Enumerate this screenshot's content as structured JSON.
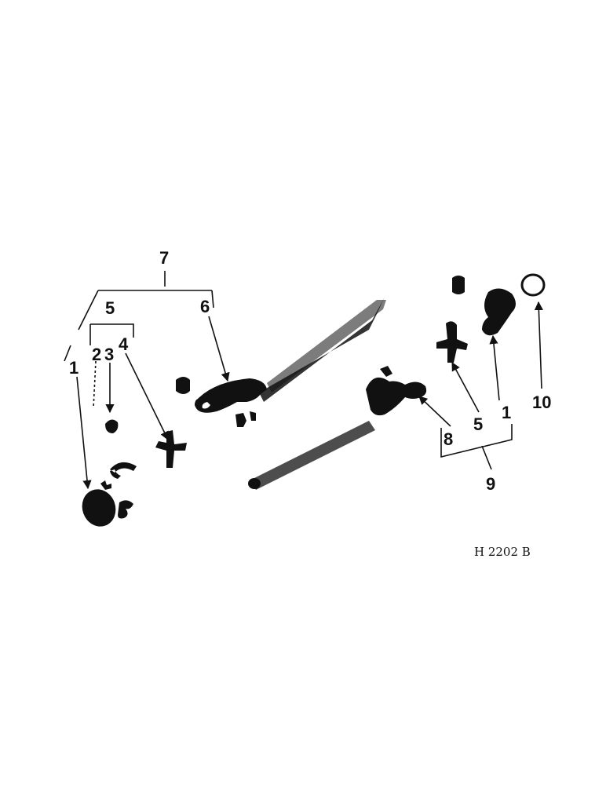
{
  "figure": {
    "reference": "H 2202 B",
    "callouts": {
      "c7": "7",
      "c5_left": "5",
      "c6": "6",
      "c1_left": "1",
      "c2": "2",
      "c3": "3",
      "c4": "4",
      "c8": "8",
      "c5_right": "5",
      "c1_right": "1",
      "c9": "9",
      "c10": "10"
    }
  }
}
